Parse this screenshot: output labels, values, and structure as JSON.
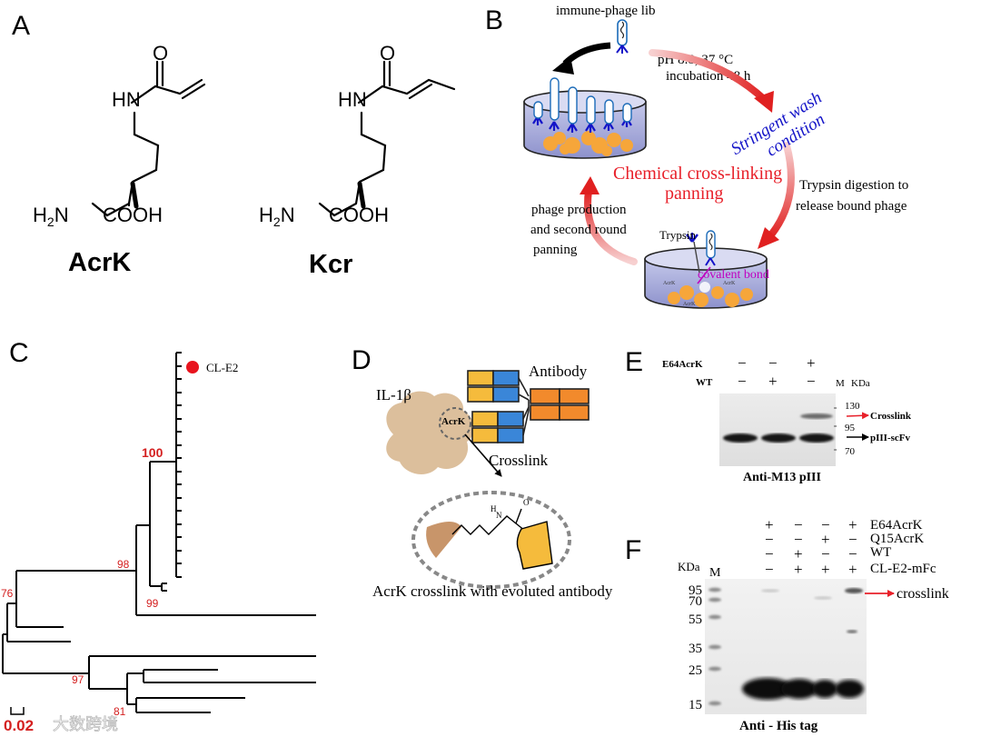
{
  "panelA": {
    "label": "A",
    "mol1": {
      "hn": "HN",
      "o": "O",
      "h2n": "H2N",
      "cooh": "COOH",
      "name": "AcrK"
    },
    "mol2": {
      "hn": "HN",
      "o": "O",
      "h2n": "H2N",
      "cooh": "COOH",
      "name": "Kcr"
    }
  },
  "panelB": {
    "label": "B",
    "library": "immune-phage lib",
    "condition_line1": "pH 8.8, 37 °C",
    "condition_line2": "incubation 48 h",
    "wash_line1": "Stringent wash",
    "wash_line2": "condition",
    "center_line1": "Chemical cross-linking",
    "center_line2": "panning",
    "trypsin_line1": "Trypsin digestion to",
    "trypsin_line2": "release bound phage",
    "production_line1": "phage production",
    "production_line2": "and second round",
    "production_line3": "panning",
    "trypsin_label": "Trypsin",
    "covalent_label": "covalent bond",
    "well_mark": "AcrK",
    "colors": {
      "red": "#e8202a",
      "blue": "#1414c8",
      "purple": "#c000c0",
      "well": "#a6a9d8",
      "target": "#f4a640"
    }
  },
  "panelC": {
    "label": "C",
    "leaf_label": "CL-E2",
    "bootstrap": [
      "100",
      "98",
      "99",
      "76",
      "97",
      "81"
    ],
    "scale_label": "0.02",
    "watermark": "大数跨境",
    "colors": {
      "marker": "#e8141e",
      "bootstrap": "#d42020"
    }
  },
  "panelD": {
    "label": "D",
    "protein_label": "IL-1β",
    "antibody_label": "Antibody",
    "site_label": "AcrK",
    "crosslink_label": "Crosslink",
    "atom_n": "N",
    "atom_h": "H",
    "atom_o": "O",
    "caption": "AcrK crosslink with evoluted antibody",
    "colors": {
      "protein": "#dcbf9c",
      "orange": "#f28a2c",
      "blue": "#3a86d8",
      "yellow": "#f5bb3c"
    }
  },
  "panelE": {
    "label": "E",
    "row1_label": "E64AcrK",
    "row1_signs": [
      "−",
      "−",
      "+"
    ],
    "row2_label": "WT",
    "row2_signs": [
      "−",
      "+",
      "−"
    ],
    "marker_col": "M",
    "unit": "KDa",
    "markers": [
      "130",
      "95",
      "70"
    ],
    "band_labels": [
      "Crosslink",
      "pIII-scFv"
    ],
    "caption": "Anti-M13 pIII"
  },
  "panelF": {
    "label": "F",
    "rows": [
      {
        "label": "E64AcrK",
        "signs": [
          "+",
          "−",
          "−",
          "+"
        ]
      },
      {
        "label": "Q15AcrK",
        "signs": [
          "−",
          "−",
          "+",
          "−"
        ]
      },
      {
        "label": "WT",
        "signs": [
          "−",
          "+",
          "−",
          "−"
        ]
      },
      {
        "label": "CL-E2-mFc",
        "signs": [
          "−",
          "+",
          "+",
          "+"
        ]
      }
    ],
    "unit": "KDa",
    "marker_col": "M",
    "markers": [
      "95",
      "70",
      "55",
      "35",
      "25",
      "15"
    ],
    "band_label": "crosslink",
    "caption": "Anti - His tag"
  }
}
